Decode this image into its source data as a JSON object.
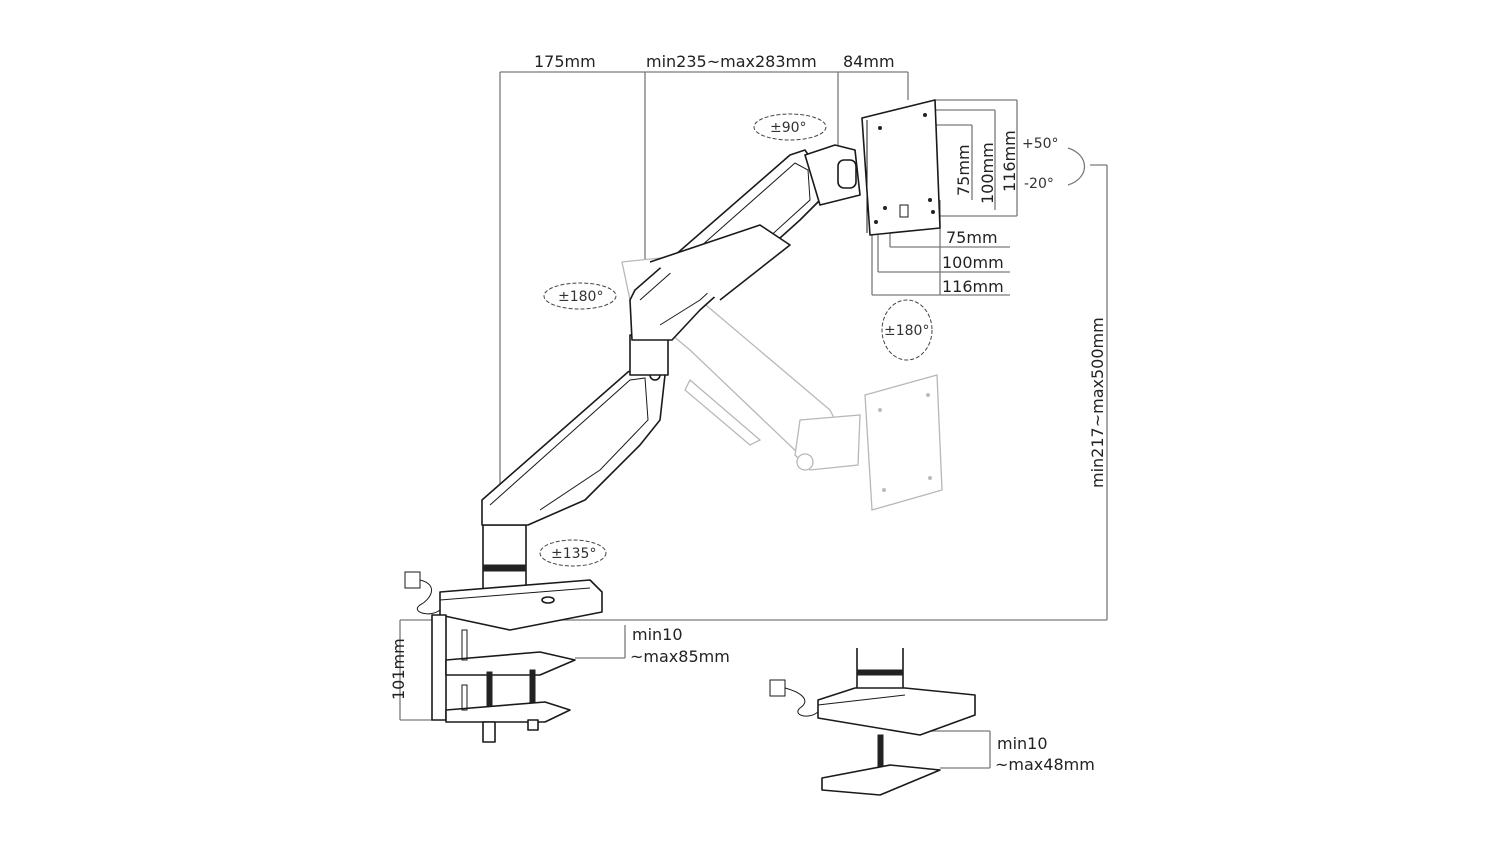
{
  "diagram": {
    "dimensions": {
      "arm_base_offset": "175mm",
      "arm_reach": "min235~max283mm",
      "head_depth": "84mm",
      "height_range": "min217~max500mm",
      "vesa_v_small": "75mm",
      "vesa_v_mid": "100mm",
      "vesa_v_large": "116mm",
      "vesa_h_small": "75mm",
      "vesa_h_mid": "100mm",
      "vesa_h_large": "116mm",
      "clamp_height": "101mm",
      "clamp_range_line1": "min10",
      "clamp_range_line2": "~max85mm",
      "grommet_range_line1": "min10",
      "grommet_range_line2": "~max48mm"
    },
    "angles": {
      "swivel_head": "±90°",
      "tilt_up": "+50°",
      "tilt_down": "-20°",
      "elbow_rotation": "±180°",
      "screen_rotation": "±180°",
      "base_rotation": "±135°"
    }
  }
}
